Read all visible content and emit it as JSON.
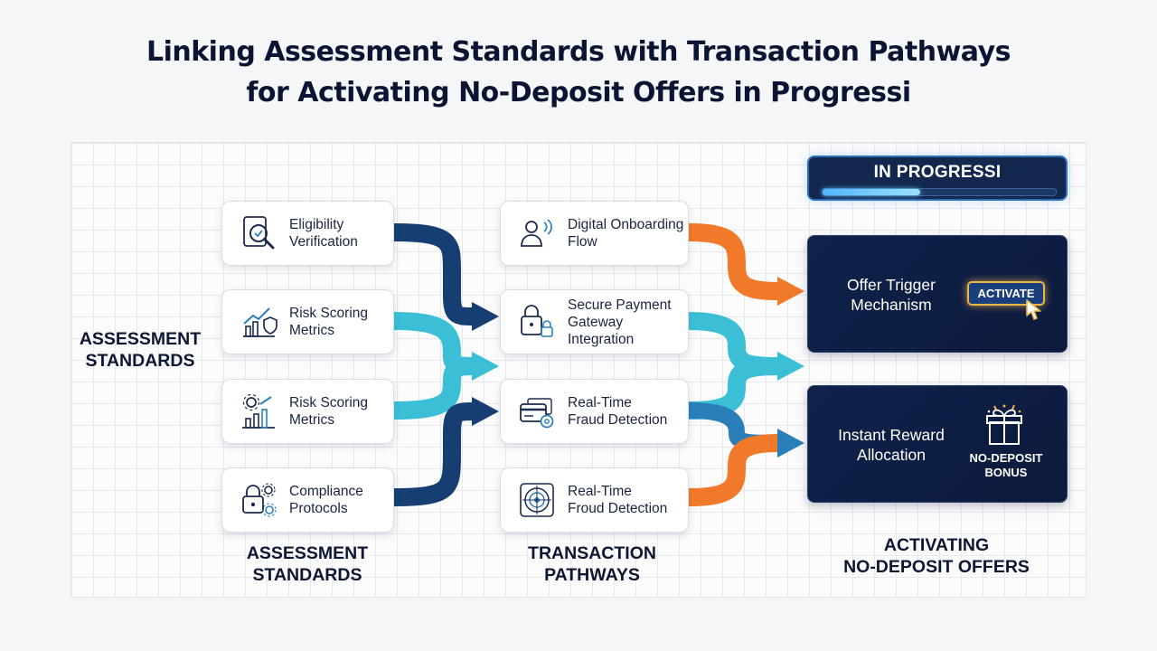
{
  "title": {
    "line1": "Linking Assessment Standards with Transaction Pathways",
    "line2": "for Activating No-Deposit Offers in Progressi"
  },
  "assessment": {
    "side_label": "ASSESSMENT\nSTANDARDS",
    "column_label": "ASSESSMENT\nSTANDARDS",
    "cards": [
      {
        "label": "Eligibility\nVerification",
        "icon": "magnifier-document-icon"
      },
      {
        "label": "Risk Scoring\nMetrics",
        "icon": "chart-shield-icon"
      },
      {
        "label": "Risk Scoring\nMetrics",
        "icon": "chart-gear-icon"
      },
      {
        "label": "Compliance\nProtocols",
        "icon": "lock-gears-icon"
      }
    ]
  },
  "transaction": {
    "column_label": "TRANSACTION\nPATHWAYS",
    "cards": [
      {
        "label": "Digital Onboarding\nFlow",
        "icon": "user-waves-icon"
      },
      {
        "label": "Secure Payment\nGateway Integration",
        "icon": "padlocks-icon"
      },
      {
        "label": "Real-Time\nFraud Detection",
        "icon": "card-shield-icon"
      },
      {
        "label": "Real-Time\nFroud Detection",
        "icon": "radar-target-icon"
      }
    ]
  },
  "offers": {
    "column_label": "ACTIVATING\nNO-DEPOSIT OFFERS",
    "progress": {
      "label": "IN PROGRESSI",
      "fraction": 0.42
    },
    "trigger": {
      "label": "Offer Trigger\nMechanism",
      "button": "ACTIVATE"
    },
    "reward": {
      "label": "Instant Reward\nAllocation",
      "badge": "NO-DEPOSIT\nBONUS"
    }
  },
  "colors": {
    "navy": "#173e72",
    "cyan": "#3bbfd6",
    "blue": "#2a7fb8",
    "orange": "#f07a2a"
  }
}
